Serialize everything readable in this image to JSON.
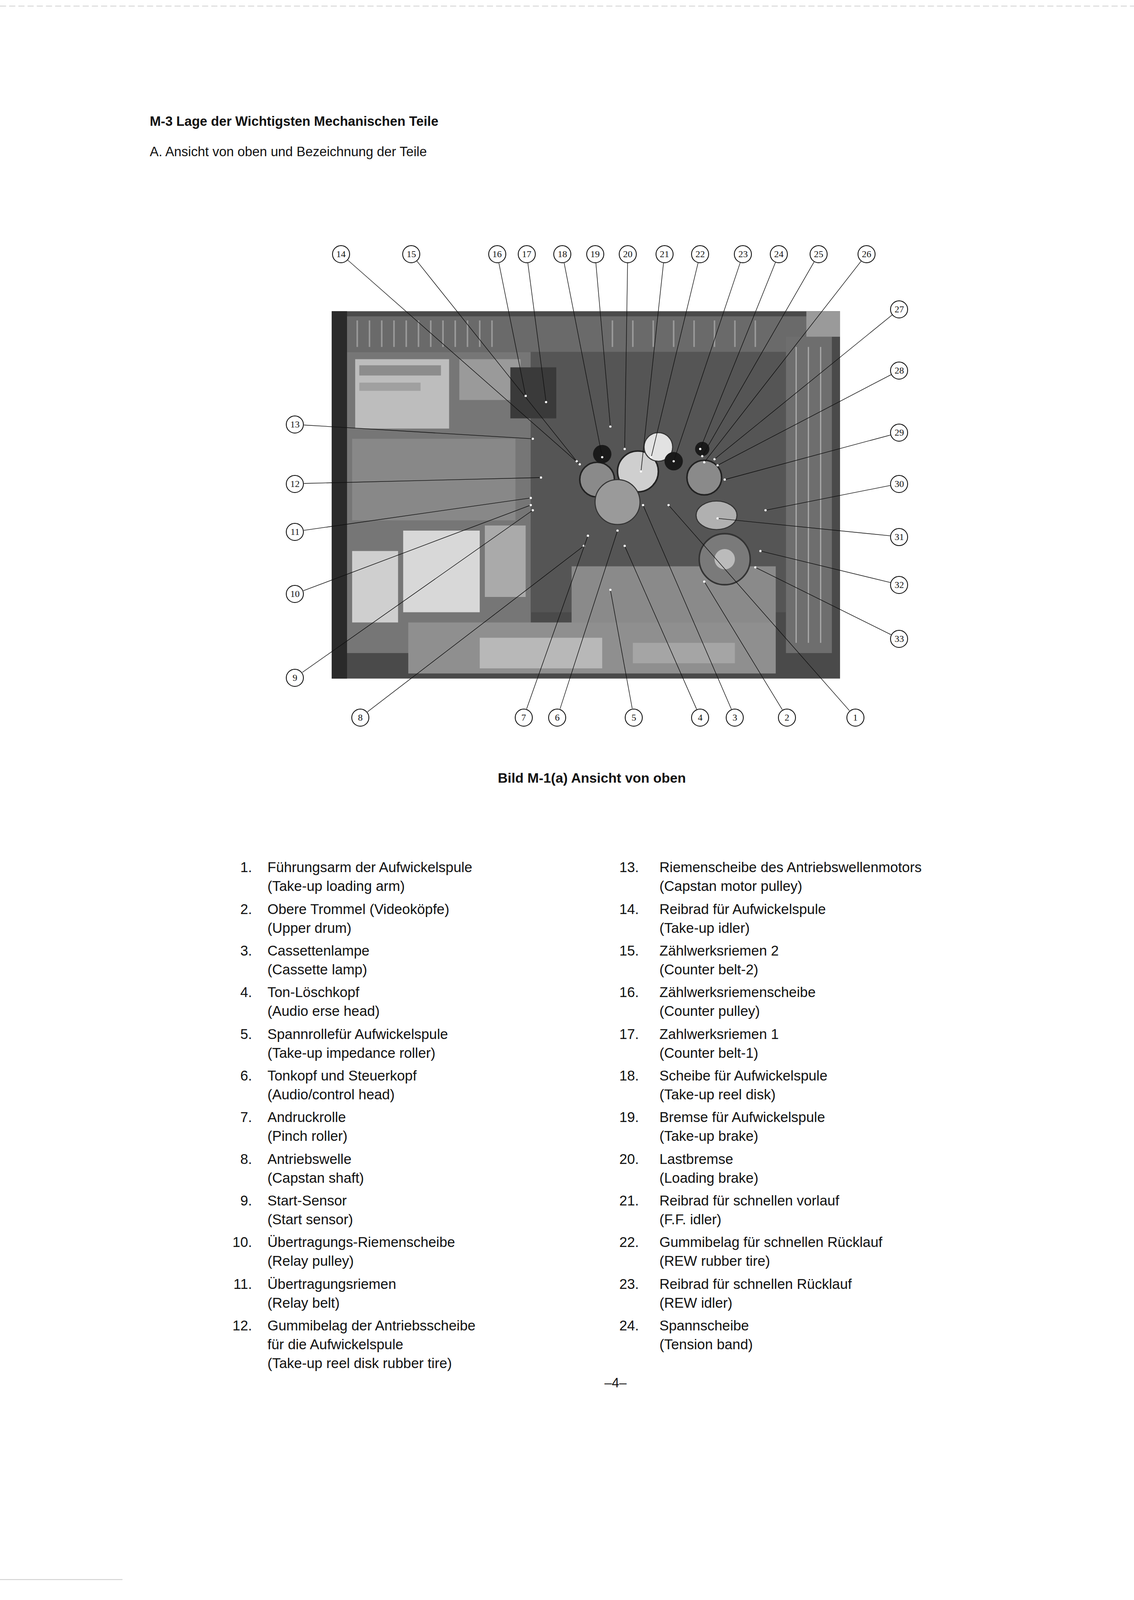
{
  "diagram": {
    "title": "M-3 Lage der Wichtigsten Mechanischen Teile",
    "caption": "Bild M-1(a) Ansicht von oben",
    "nodes": [
      {
        "text": [
          "14"
        ]
      },
      {
        "text": [
          "15"
        ]
      },
      {
        "text": [
          "16"
        ]
      },
      {
        "text": [
          "17"
        ]
      },
      {
        "text": [
          "18"
        ]
      },
      {
        "text": [
          "19"
        ]
      },
      {
        "text": [
          "20"
        ]
      },
      {
        "text": [
          "21"
        ]
      },
      {
        "text": [
          "22"
        ]
      },
      {
        "text": [
          "23"
        ]
      },
      {
        "text": [
          "24"
        ]
      },
      {
        "text": [
          "25"
        ]
      },
      {
        "text": [
          "26"
        ]
      },
      {
        "text": [
          "27"
        ]
      },
      {
        "text": [
          "28"
        ]
      },
      {
        "text": [
          "13"
        ]
      },
      {
        "text": [
          "29"
        ]
      },
      {
        "text": [
          "12"
        ]
      },
      {
        "text": [
          "30"
        ]
      },
      {
        "text": [
          "11"
        ]
      },
      {
        "text": [
          "31"
        ]
      },
      {
        "text": [
          "32"
        ]
      },
      {
        "text": [
          "10"
        ]
      },
      {
        "text": [
          "33"
        ]
      },
      {
        "text": [
          "9"
        ]
      },
      {
        "text": [
          "8"
        ]
      },
      {
        "text": [
          "7"
        ]
      },
      {
        "text": [
          "6"
        ]
      },
      {
        "text": [
          "5"
        ]
      },
      {
        "text": [
          "4"
        ]
      },
      {
        "text": [
          "3"
        ]
      },
      {
        "text": [
          "2"
        ]
      },
      {
        "text": [
          "1"
        ]
      }
    ],
    "labels": [
      "A. Ansicht von oben und Bezeichnung der Teile",
      "1.",
      "Führungsarm der Aufwickelspule",
      "(Take-up loading arm)",
      "2.",
      "Obere Trommel (Videoköpfe)",
      "(Upper drum)",
      "3.",
      "Cassettenlampe",
      "(Cassette lamp)",
      "4.",
      "Ton-Löschkopf",
      "(Audio erse head)",
      "5.",
      "Spannrollefür Aufwickelspule",
      "(Take-up impedance roller)",
      "6.",
      "Tonkopf und Steuerkopf",
      "(Audio/control head)",
      "7.",
      "Andruckrolle",
      "(Pinch roller)",
      "8.",
      "Antriebswelle",
      "(Capstan shaft)",
      "9.",
      "Start-Sensor",
      "(Start sensor)",
      "10.",
      "Übertragungs-Riemenscheibe",
      "(Relay pulley)",
      "11.",
      "Übertragungsriemen",
      "(Relay belt)",
      "12.",
      "Gummibelag der Antriebsscheibe für die Aufwickelspule",
      "(Take-up reel disk rubber tire)",
      "13.",
      "Riemenscheibe des Antriebswellenmotors",
      "(Capstan motor pulley)",
      "14.",
      "Reibrad für Aufwickelspule",
      "(Take-up idler)",
      "15.",
      "Zählwerksriemen 2",
      "(Counter belt-2)",
      "16.",
      "Zählwerksriemenscheibe",
      "(Counter pulley)",
      "17.",
      "Zahlwerksriemen 1",
      "(Counter belt-1)",
      "18.",
      "Scheibe für Aufwickelspule",
      "(Take-up reel disk)",
      "19.",
      "Bremse für Aufwickelspule",
      "(Take-up brake)",
      "20.",
      "Lastbremse",
      "(Loading brake)",
      "21.",
      "Reibrad für schnellen vorlauf",
      "(F.F. idler)",
      "22.",
      "Gummibelag für schnellen Rücklauf",
      "(REW rubber tire)",
      "23.",
      "Reibrad für schnellen Rücklauf",
      "(REW idler)",
      "24.",
      "Spannscheibe",
      "(Tension band)",
      "–4–"
    ]
  }
}
